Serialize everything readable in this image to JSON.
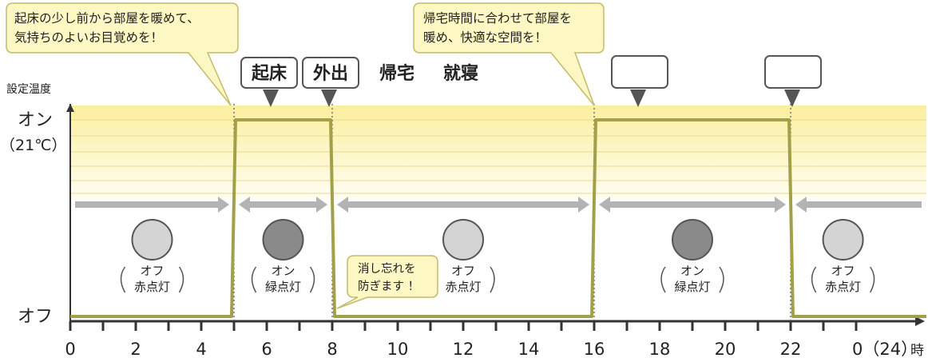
{
  "callouts": {
    "morning": [
      "起床の少し前から部屋を暖めて、",
      "気持ちのよいお目覚めを！"
    ],
    "evening": [
      "帰宅時間に合わせて部屋を",
      "暖め、快適な空間を！"
    ],
    "forgot": [
      "消し忘れを",
      "防ぎます ！"
    ]
  },
  "events": {
    "wake": "起床",
    "out": "外出",
    "home": "帰宅",
    "sleep": "就寝"
  },
  "axis": {
    "y_title": "設定温度",
    "on_label": "オン",
    "on_temp": "（21℃）",
    "off_label": "オフ",
    "unit": "時",
    "last_tick": "0（24）",
    "ticks": [
      "0",
      "2",
      "4",
      "6",
      "8",
      "10",
      "12",
      "14",
      "16",
      "18",
      "20",
      "22"
    ]
  },
  "states": [
    {
      "state": "オフ",
      "lamp": "赤点灯",
      "on": false
    },
    {
      "state": "オン",
      "lamp": "緑点灯",
      "on": true
    },
    {
      "state": "オフ",
      "lamp": "赤点灯",
      "on": false
    },
    {
      "state": "オン",
      "lamp": "緑点灯",
      "on": true
    },
    {
      "state": "オフ",
      "lamp": "赤点灯",
      "on": false
    }
  ],
  "schedule": {
    "on_periods": [
      [
        5,
        8
      ],
      [
        16,
        22
      ]
    ],
    "hours_total": 24
  },
  "colors": {
    "line": "#a3a04a",
    "band": "#fbf0a8",
    "arrow": "#b3b3b3",
    "lamp_off": "#d4d4d4",
    "lamp_on": "#8a8a8a",
    "callout_fill": "#fdf7c4",
    "callout_stroke": "#c2bb6a"
  }
}
